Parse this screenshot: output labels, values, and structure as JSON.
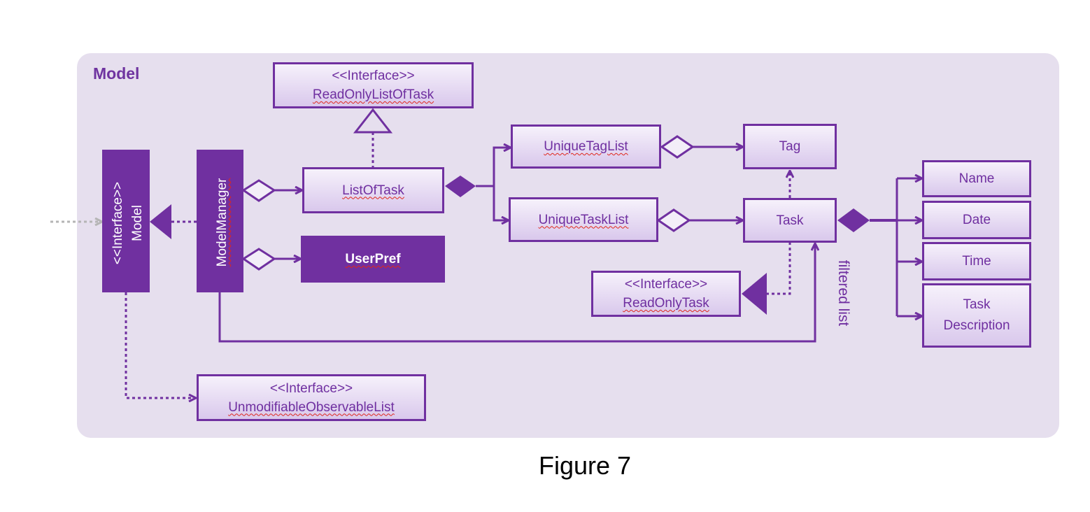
{
  "diagram": {
    "package_title": "Model",
    "caption": "Figure 7",
    "colors": {
      "accent": "#7030a0",
      "panel": "#e6dfee",
      "spellcheck": "#e0261b"
    },
    "nodes": {
      "model_interface": {
        "stereotype": "<<Interface>>",
        "name": "Model"
      },
      "model_manager": {
        "name": "ModelManager"
      },
      "readonly_list_of_task": {
        "stereotype": "<<Interface>>",
        "name": "ReadOnlyListOfTask"
      },
      "list_of_task": {
        "name": "ListOfTask"
      },
      "user_pref": {
        "name": "UserPref"
      },
      "unique_tag_list": {
        "name": "UniqueTagList"
      },
      "unique_task_list": {
        "name": "UniqueTaskList"
      },
      "tag": {
        "name": "Tag"
      },
      "task": {
        "name": "Task"
      },
      "readonly_task": {
        "stereotype": "<<Interface>>",
        "name": "ReadOnlyTask"
      },
      "unmodifiable_list": {
        "stereotype": "<<Interface>>",
        "name": "UnmodifiableObservableList"
      },
      "name": {
        "name": "Name"
      },
      "date": {
        "name": "Date"
      },
      "time": {
        "name": "Time"
      },
      "task_description": {
        "line1": "Task",
        "line2": "Description"
      }
    },
    "edge_labels": {
      "filtered_list": "filtered list"
    }
  }
}
